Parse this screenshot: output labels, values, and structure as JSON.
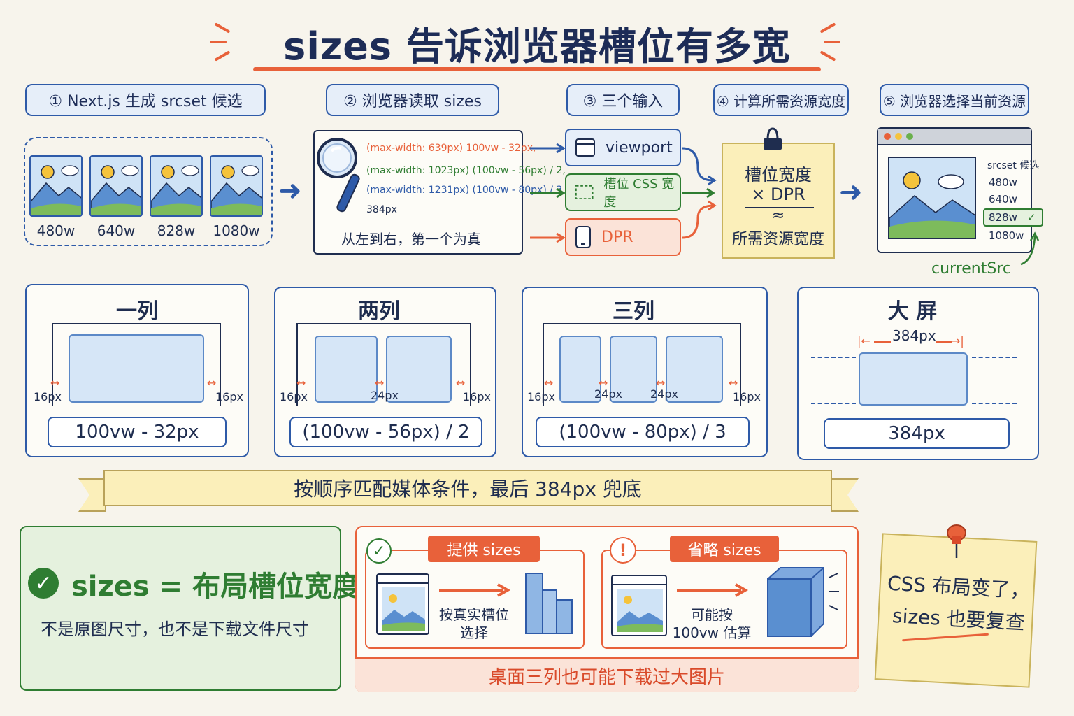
{
  "title": "sizes 告诉浏览器槽位有多宽",
  "steps": [
    {
      "label": "① Next.js 生成 srcset 候选"
    },
    {
      "label": "② 浏览器读取 sizes"
    },
    {
      "label": "③ 三个输入"
    },
    {
      "label": "④ 计算所需资源宽度"
    },
    {
      "label": "⑤ 浏览器选择当前资源"
    }
  ],
  "srcset_widths": [
    "480w",
    "640w",
    "828w",
    "1080w"
  ],
  "sizes_lines": [
    "(max-width: 639px) 100vw - 32px,",
    "(max-width: 1023px) (100vw - 56px) / 2,",
    "(max-width: 1231px) (100vw - 80px) / 3,",
    "384px"
  ],
  "sizes_note": "从左到右，第一个为真",
  "inputs": {
    "viewport": "viewport",
    "slot": "槽位 CSS 宽度",
    "dpr": "DPR"
  },
  "calc": {
    "line1": "槽位宽度",
    "line2": "× DPR",
    "approx": "≈",
    "result": "所需资源宽度"
  },
  "chooser": {
    "header": "srcset 候选",
    "options": [
      "480w",
      "640w",
      "828w",
      "1080w"
    ],
    "selected": "828w",
    "current_label": "currentSrc"
  },
  "layouts": [
    {
      "title": "一列",
      "formula": "100vw - 32px",
      "dims": [
        "16px",
        "16px"
      ]
    },
    {
      "title": "两列",
      "formula": "(100vw - 56px) / 2",
      "dims": [
        "16px",
        "24px",
        "16px"
      ]
    },
    {
      "title": "三列",
      "formula": "(100vw - 80px) / 3",
      "dims": [
        "16px",
        "24px",
        "24px",
        "16px"
      ]
    },
    {
      "title": "大 屏",
      "formula": "384px",
      "dims": [
        "384px"
      ]
    }
  ],
  "banner": "按顺序匹配媒体条件，最后 384px 兜底",
  "definition": {
    "heading": "sizes = 布局槽位宽度",
    "note": "不是原图尺寸，也不是下载文件尺寸"
  },
  "compare": {
    "provide": {
      "tag": "提供 sizes",
      "caption": "按真实槽位\n选择"
    },
    "omit": {
      "tag": "省略 sizes",
      "caption": "可能按\n100vw 估算"
    },
    "warning": "桌面三列也可能下载过大图片"
  },
  "sticky_note": {
    "line1": "CSS 布局变了，",
    "line2": "sizes 也要复查"
  },
  "colors": {
    "blue": "#2e5aa8",
    "green": "#2f7d32",
    "orange": "#e8613a",
    "navy": "#1d2c57",
    "yellow": "#fbefba"
  }
}
